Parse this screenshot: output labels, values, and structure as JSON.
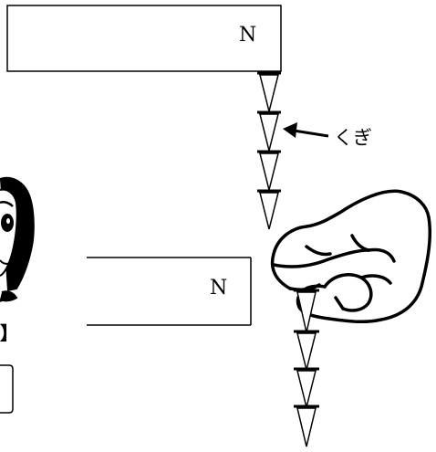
{
  "magnet_top": {
    "pole_label": "N"
  },
  "magnet_bottom": {
    "pole_label": "N"
  },
  "nail_label": "くぎ",
  "left_cut_text": "】",
  "colors": {
    "ink": "#000000",
    "paper": "#ffffff"
  },
  "icons": [
    "girl-face-icon",
    "hand-icon",
    "arrow-left-icon"
  ]
}
